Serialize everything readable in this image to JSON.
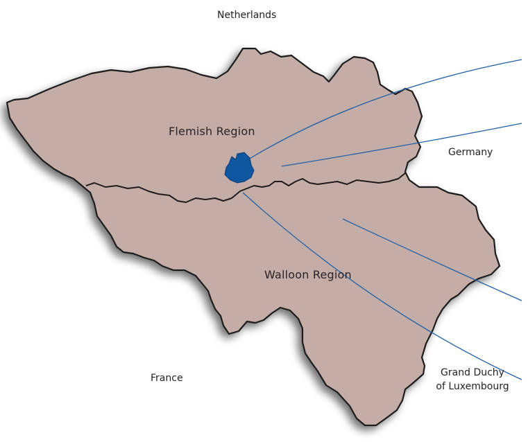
{
  "labels": {
    "netherlands": "Netherlands",
    "germany": "Germany",
    "france": "France",
    "luxembourg_line1": "Grand Duchy",
    "luxembourg_line2": "of Luxembourg",
    "flemish_region": "Flemish Region",
    "walloon_region": "Walloon Region"
  },
  "colors": {
    "land_fill": "#c4aca7",
    "border": "#1e1a1c",
    "brussels": "#0e56a0",
    "callout_lines": "#1f5fa6",
    "shadow": "#9a9a9a"
  }
}
